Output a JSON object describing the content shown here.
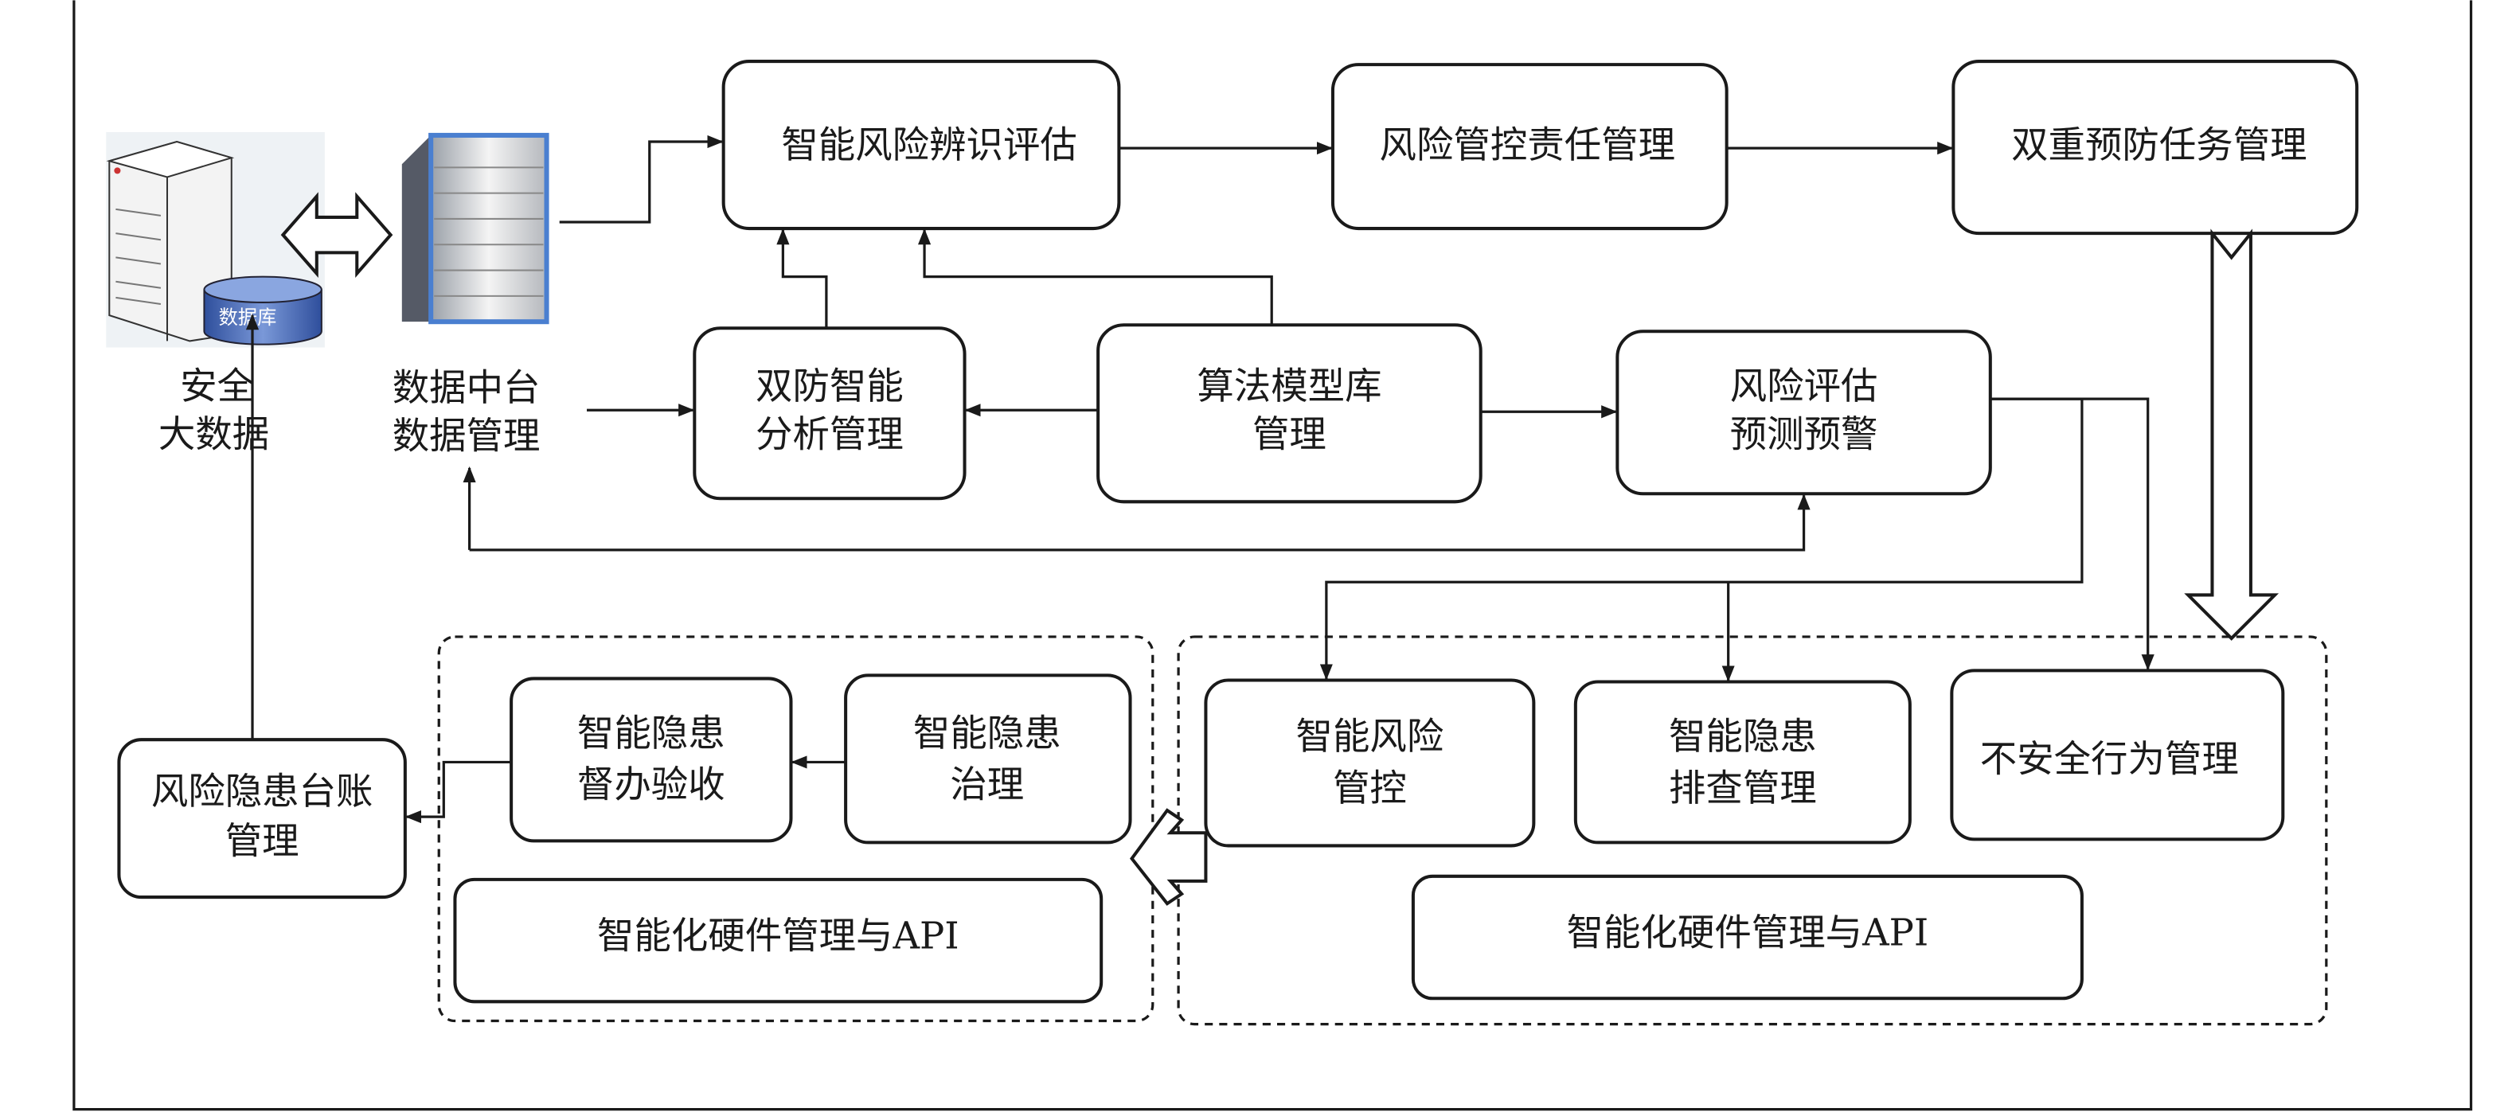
{
  "nodes": {
    "safety_big_data": [
      "安全",
      "大数据"
    ],
    "database_label": "数据库",
    "data_middle_platform": [
      "数据中台",
      "数据管理"
    ],
    "risk_identification": "智能风险辨识评估",
    "risk_control_responsibility": "风险管控责任管理",
    "dual_prevention_task": "双重预防任务管理",
    "dual_prevention_analysis": [
      "双防智能",
      "分析管理"
    ],
    "algorithm_model_library": [
      "算法模型库",
      "管理"
    ],
    "risk_assessment_warning": [
      "风险评估",
      "预测预警"
    ],
    "hazard_supervision": [
      "智能隐患",
      "督办验收"
    ],
    "hazard_governance": [
      "智能隐患",
      "治理"
    ],
    "risk_control": [
      "智能风险",
      "管控"
    ],
    "hazard_inspection": [
      "智能隐患",
      "排查管理"
    ],
    "unsafe_behavior": "不安全行为管理",
    "risk_hazard_ledger": [
      "风险隐患台账",
      "管理"
    ],
    "hardware_api_left": "智能化硬件管理与API",
    "hardware_api_right": "智能化硬件管理与API"
  },
  "colors": {
    "line": "#1a1a1a",
    "database": "#3f5fae",
    "server_accent": "#4a7fd0"
  },
  "icons": [
    "server-icon",
    "database-icon",
    "data-server-icon",
    "double-arrow-icon"
  ]
}
